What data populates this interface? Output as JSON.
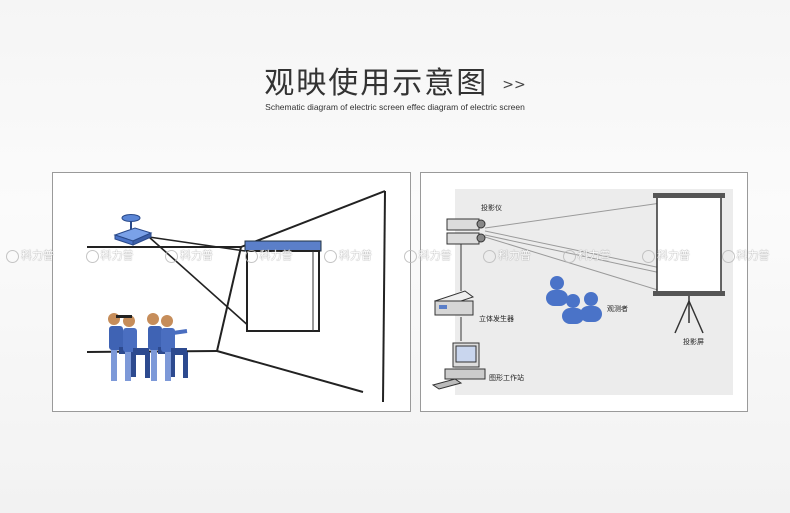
{
  "header": {
    "title": "观映使用示意图",
    "chevron": ">>",
    "subtitle": "Schematic diagram of electric screen effec diagram of electric screen"
  },
  "diagram2": {
    "labels": {
      "projector": "投影仪",
      "stereo_generator": "立体发生器",
      "viewers": "观测者",
      "screen": "投影屏",
      "workstation": "图形工作站"
    }
  },
  "watermark": {
    "text": "科力普",
    "count": 10
  },
  "colors": {
    "accent": "#4a73c8",
    "line": "#222222",
    "panel_border": "#9a9a9a"
  }
}
